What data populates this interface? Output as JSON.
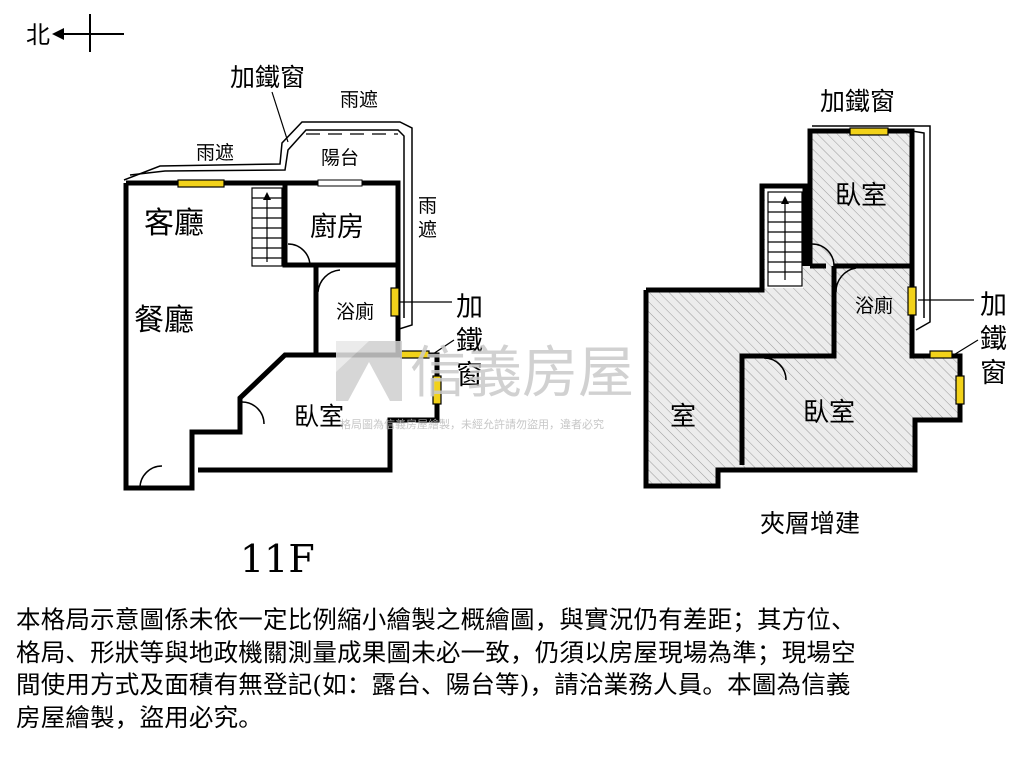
{
  "compass": {
    "north_label": "北"
  },
  "floor_11f": {
    "floor_label": "11F",
    "rooms": {
      "living": "客廳",
      "dining": "餐廳",
      "kitchen": "廚房",
      "bath": "浴廁",
      "bedroom": "臥室",
      "balcony": "陽台"
    },
    "annotations": {
      "iron_window_top": "加鐵窗",
      "canopy_top": "雨遮",
      "canopy_left": "雨遮",
      "canopy_right_1": "雨",
      "canopy_right_2": "遮",
      "iron_window_right_1": "加",
      "iron_window_right_2": "鐵",
      "iron_window_right_3": "窗"
    }
  },
  "floor_mezzanine": {
    "floor_label": "夾層增建",
    "rooms": {
      "bedroom_top": "臥室",
      "bath": "浴廁",
      "bedroom_main": "臥室",
      "room_left": "室"
    },
    "annotations": {
      "iron_window_top": "加鐵窗",
      "iron_window_right_1": "加",
      "iron_window_right_2": "鐵",
      "iron_window_right_3": "窗"
    }
  },
  "watermark": {
    "brand": "信義房屋",
    "notice": "格局圖為信義房屋繪製，未經允許請勿盜用，違者必究"
  },
  "disclaimer": {
    "lines": [
      "本格局示意圖係未依一定比例縮小繪製之概繪圖，與實況仍有差距；其方位、",
      "格局、形狀等與地政機關測量成果圖未必一致，仍須以房屋現場為準；現場空",
      "間使用方式及面積有無登記(如：露台、陽台等)，請洽業務人員。本圖為信義",
      "房屋繪製，盜用必究。"
    ]
  }
}
